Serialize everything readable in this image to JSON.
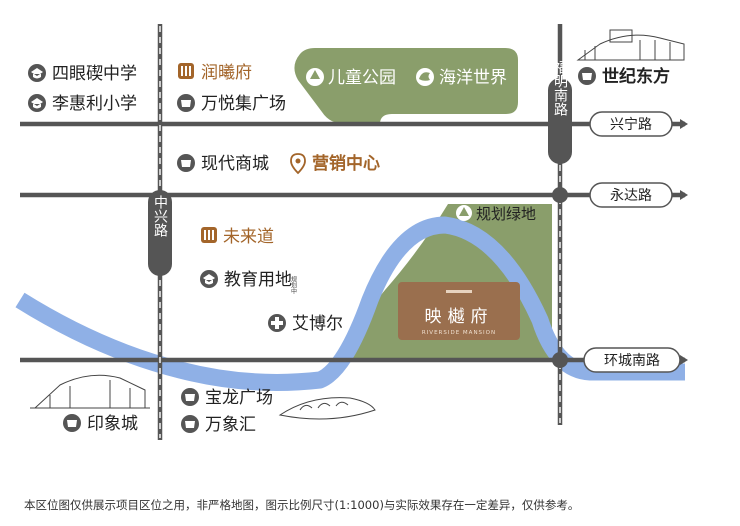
{
  "roads": {
    "zhongxing": "中兴路",
    "fuming": "福明南路",
    "xingning": "兴宁路",
    "yongda": "永达路",
    "huancheng_south": "环城南路"
  },
  "pois": {
    "siyanqi_school": "四眼碶中学",
    "lihuili_school": "李惠利小学",
    "runxi_fu": "润曦府",
    "wanyue_plaza": "万悦集广场",
    "xiandai_mall": "现代商城",
    "sales_center": "营销中心",
    "children_park": "儿童公园",
    "ocean_world": "海洋世界",
    "shiji_dongfang": "世纪东方",
    "planned_green": "规划绿地",
    "weilai_dao": "未来道",
    "education_land": "教育用地",
    "education_note": "规划中",
    "aiboer": "艾博尔",
    "baolong_plaza": "宝龙广场",
    "wanxiang_hui": "万象汇",
    "yinxiang_city": "印象城"
  },
  "project": {
    "name": "映樾府",
    "subtitle": "RIVERSIDE MANSION"
  },
  "disclaimer": "本区位图仅供展示项目区位之用，非严格地图，图示比例尺寸(1:1000)与实际效果存在一定差异，仅供参考。",
  "colors": {
    "road": "#555555",
    "river": "#8fb0e6",
    "green": "#8a9e6b",
    "project": "#9a6f4e",
    "brown_text": "#a3652a"
  }
}
